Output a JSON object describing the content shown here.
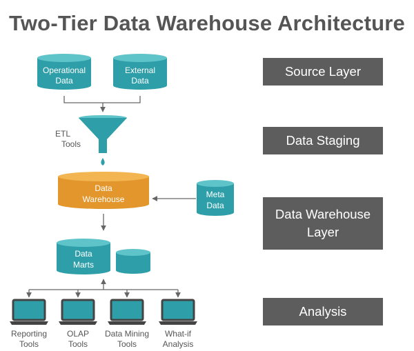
{
  "title": "Two-Tier Data Warehouse Architecture",
  "colors": {
    "teal": "#2e9fa8",
    "teal_top": "#5fc3ca",
    "orange": "#e2962c",
    "orange_top": "#f3b552",
    "layer_box": "#5d5d5d",
    "arrow": "#666666",
    "label": "#555555"
  },
  "sources": {
    "operational": [
      "Operational",
      "Data"
    ],
    "external": [
      "External",
      "Data"
    ]
  },
  "etl": {
    "label": [
      "ETL",
      "Tools"
    ],
    "icon": "funnel-icon"
  },
  "warehouse": [
    "Data",
    "Warehouse"
  ],
  "meta": [
    "Meta",
    "Data"
  ],
  "marts": [
    "Data",
    "Marts"
  ],
  "tools": [
    {
      "label": [
        "Reporting",
        "Tools"
      ],
      "icon": "laptop-icon"
    },
    {
      "label": [
        "OLAP",
        "Tools"
      ],
      "icon": "laptop-icon"
    },
    {
      "label": [
        "Data Mining",
        "Tools"
      ],
      "icon": "laptop-icon"
    },
    {
      "label": [
        "What-if",
        "Analysis"
      ],
      "icon": "laptop-icon"
    }
  ],
  "layers": {
    "source": "Source Layer",
    "staging": "Data Staging",
    "dw": [
      "Data Warehouse",
      "Layer"
    ],
    "analysis": "Analysis"
  }
}
